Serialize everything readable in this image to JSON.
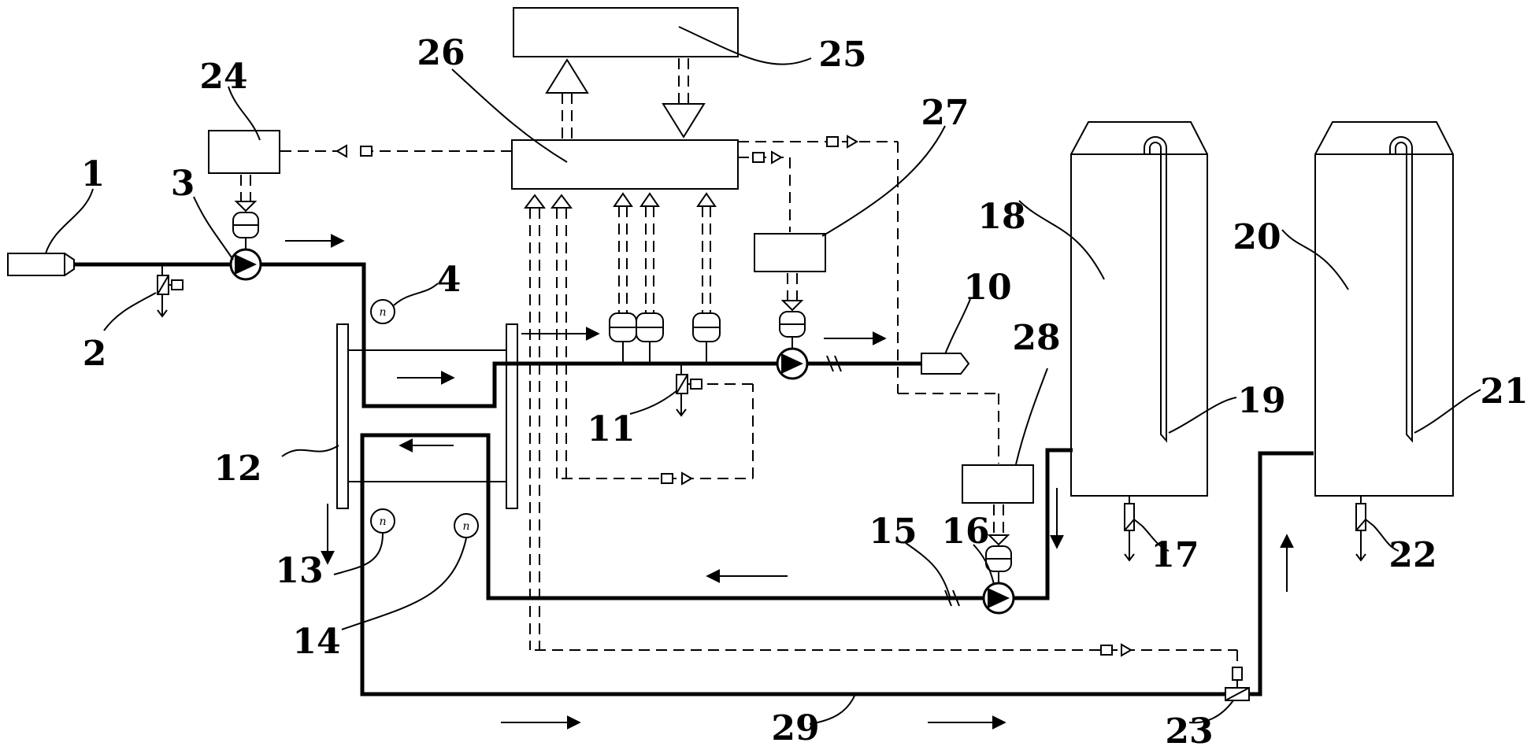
{
  "labels": {
    "l1": "1",
    "l2": "2",
    "l3": "3",
    "l4": "4",
    "l10": "10",
    "l11": "11",
    "l12": "12",
    "l13": "13",
    "l14": "14",
    "l15": "15",
    "l16": "16",
    "l17": "17",
    "l18": "18",
    "l19": "19",
    "l20": "20",
    "l21": "21",
    "l22": "22",
    "l23": "23",
    "l24": "24",
    "l25": "25",
    "l26": "26",
    "l27": "27",
    "l28": "28",
    "l29": "29"
  },
  "gauge_symbol": "n"
}
